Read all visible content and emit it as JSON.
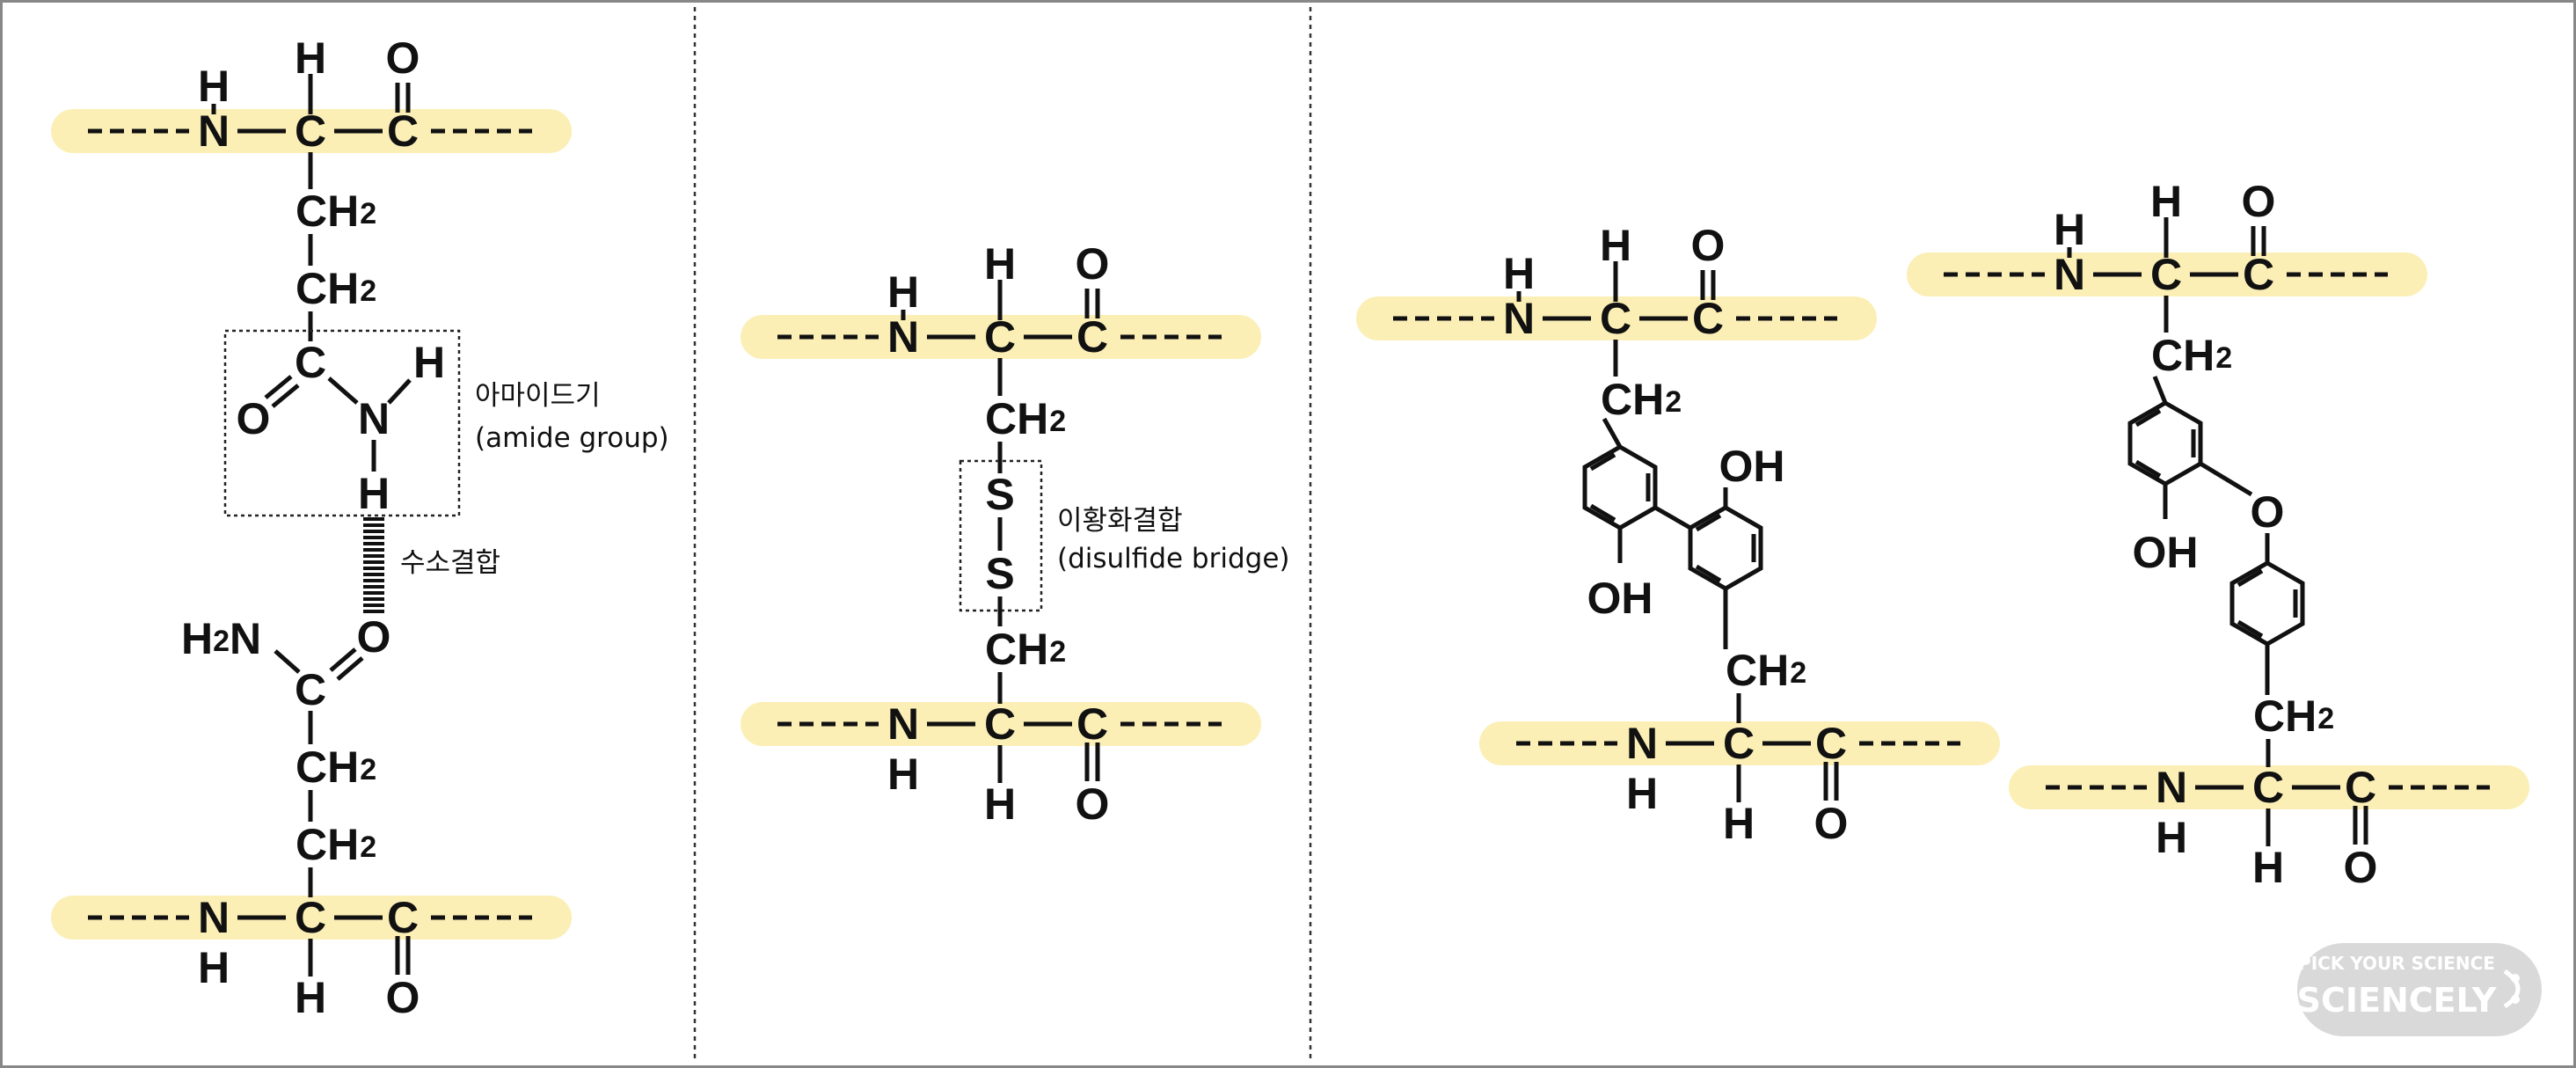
{
  "atoms": {
    "N": "N",
    "C": "C",
    "O": "O",
    "H": "H",
    "S": "S",
    "CH": "CH",
    "two": "2",
    "OH": "OH",
    "H2N_H": "H",
    "H2N_N": "N"
  },
  "labels": {
    "amide_ko": "아마이드기",
    "amide_en": "(amide group)",
    "hbond_ko": "수소결합",
    "disulfide_ko": "이황화결합",
    "disulfide_en": "(disulfide bridge)"
  },
  "watermark": {
    "top": "PICK YOUR SCIENCE",
    "brand": "SCIENCELY"
  },
  "colors": {
    "backbone_highlight": "#fbefb6",
    "ink": "#111111",
    "watermark": "#d9d9d9"
  }
}
